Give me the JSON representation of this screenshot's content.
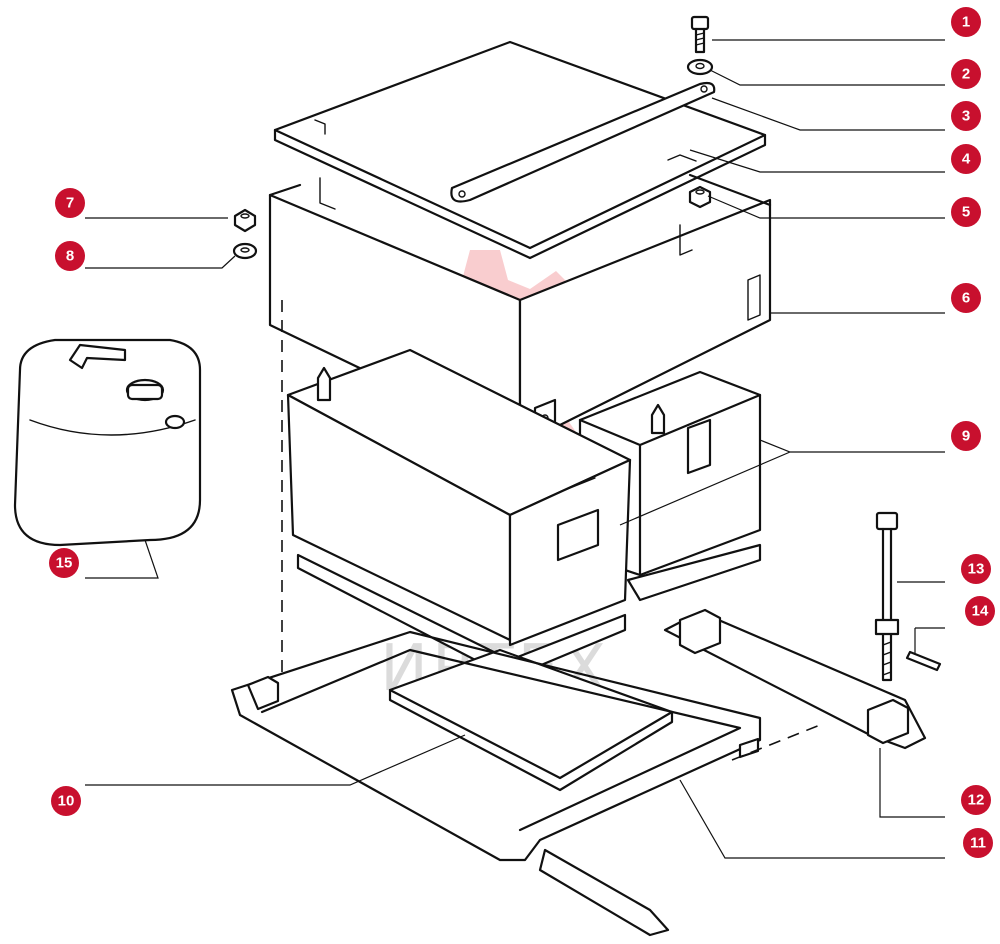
{
  "diagram": {
    "callouts": [
      {
        "id": "c1",
        "label": "1"
      },
      {
        "id": "c2",
        "label": "2"
      },
      {
        "id": "c3",
        "label": "3"
      },
      {
        "id": "c4",
        "label": "4"
      },
      {
        "id": "c5",
        "label": "5"
      },
      {
        "id": "c6",
        "label": "6"
      },
      {
        "id": "c7",
        "label": "7"
      },
      {
        "id": "c8",
        "label": "8"
      },
      {
        "id": "c9",
        "label": "9"
      },
      {
        "id": "c10",
        "label": "10"
      },
      {
        "id": "c11",
        "label": "11"
      },
      {
        "id": "c12",
        "label": "12"
      },
      {
        "id": "c13",
        "label": "13"
      },
      {
        "id": "c14",
        "label": "14"
      },
      {
        "id": "c15",
        "label": "15"
      }
    ],
    "watermark_text": "ИРТЕХ",
    "colors": {
      "badge": "#c8102e",
      "badge_text": "#ffffff",
      "line": "#111111",
      "watermark": "#e31b23"
    }
  }
}
